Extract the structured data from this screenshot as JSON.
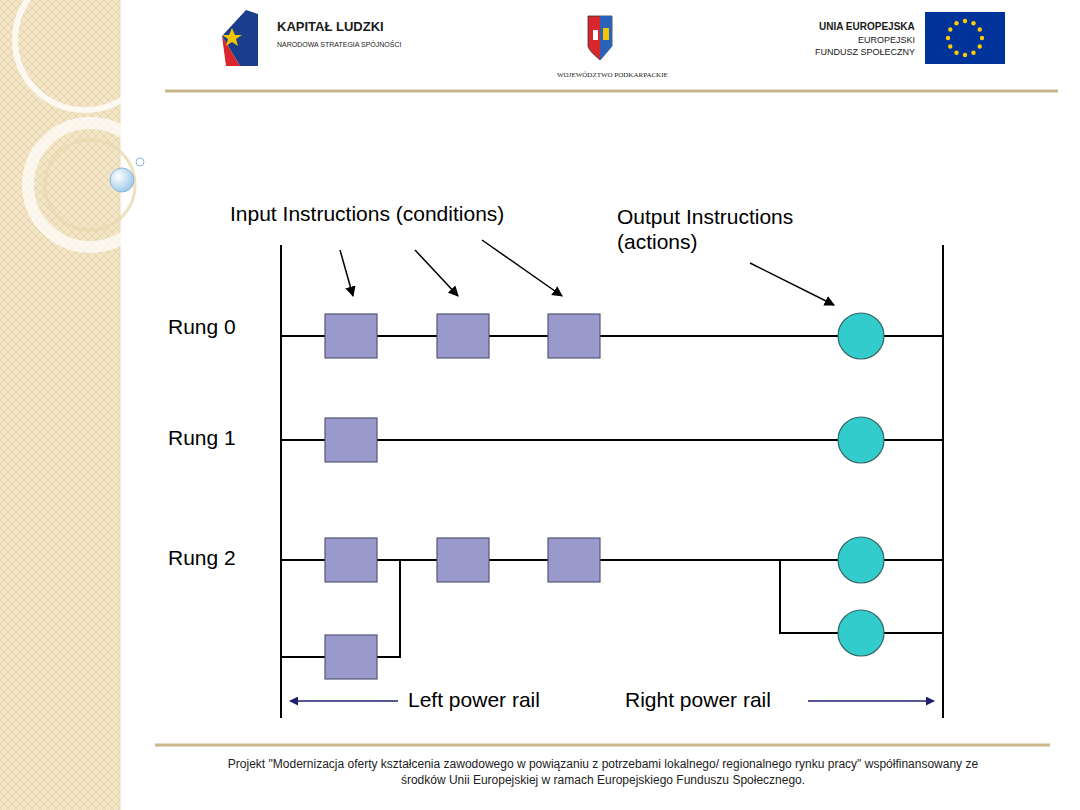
{
  "diagram": {
    "caption": "Projekt \"Modernizacja oferty kształcenia zawodowego w powiązaniu z potrzebami lokalnego/ regionalnego rynku pracy\" współfinansowany ze środków Unii Europejskiej w ramach Europejskiego Funduszu Społecznego.",
    "labels": [
      "KAPITAŁ LUDZKI",
      "NARODOWA STRATEGIA SPÓJNOŚCI",
      "WOJEWÓDZTWO PODKARPACKIE",
      "UNIA EUROPEJSKA",
      "EUROPEJSKI",
      "FUNDUSZ SPOŁECZNY",
      "Input Instructions (conditions)",
      "Output Instructions (actions)",
      "Rung 0",
      "Rung 1",
      "Rung 2",
      "Left power rail",
      "Right power rail"
    ]
  }
}
